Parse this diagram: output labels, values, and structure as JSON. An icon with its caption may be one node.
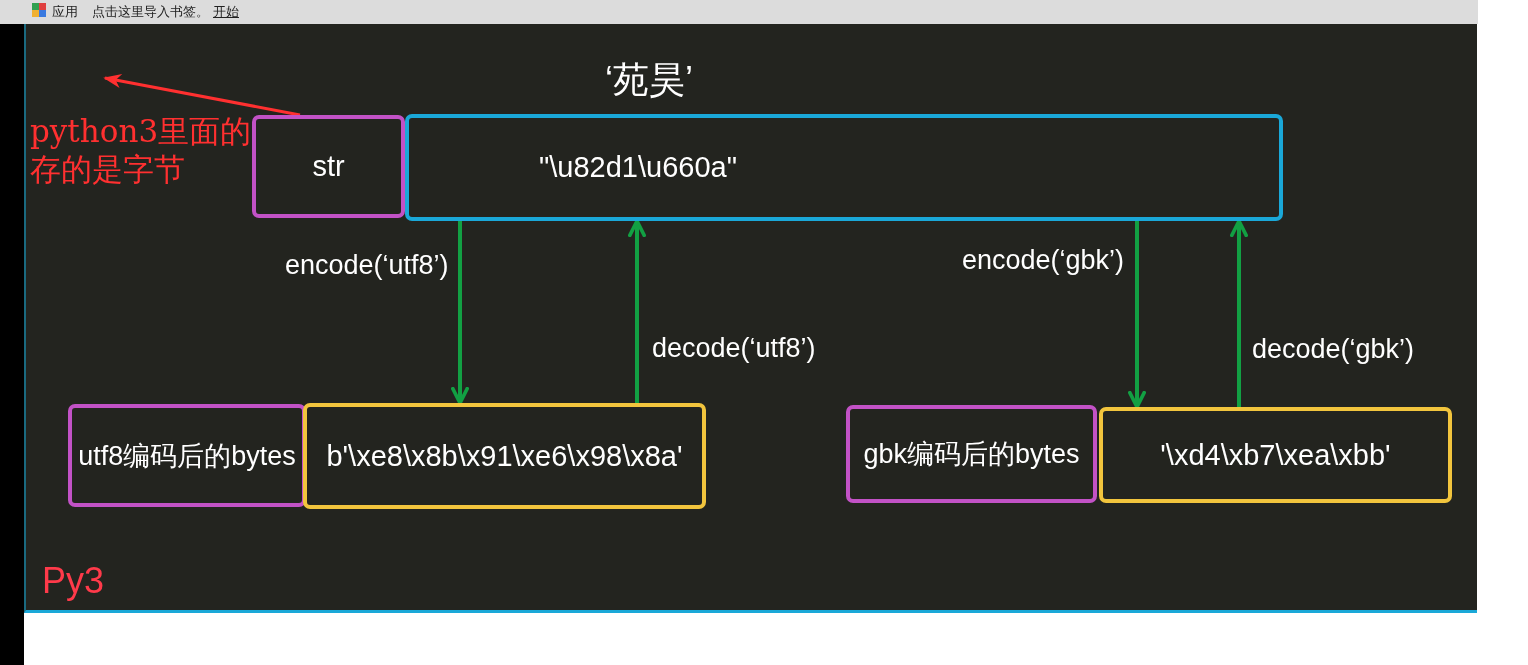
{
  "diagram": {
    "nodes": [
      {
        "text": [
          "str"
        ]
      },
      {
        "text": [
          "\"\\u82d1\\u660a\""
        ],
        "beside": [
          "‘苑昊’"
        ]
      },
      {
        "text": [
          "utf8编码后的bytes"
        ]
      },
      {
        "text": [
          "b'\\xe8\\x8b\\x91\\xe6\\x98\\x8a'"
        ]
      },
      {
        "text": [
          "gbk编码后的bytes"
        ]
      },
      {
        "text": [
          "'\\xd4\\xb7\\xea\\xbb'"
        ]
      }
    ],
    "edges": [
      {
        "from": 1,
        "to": 3,
        "arrow": "to",
        "label": "encode(‘utf8’)"
      },
      {
        "from": 3,
        "to": 1,
        "arrow": "to",
        "label": "decode(‘utf8’)"
      },
      {
        "from": 1,
        "to": 5,
        "arrow": "to",
        "label": "encode(‘gbk’)"
      },
      {
        "from": 5,
        "to": 1,
        "arrow": "to",
        "label": "decode(‘gbk’)"
      },
      {
        "from": 0,
        "to": null,
        "arrow": "to",
        "color": "#ff3030"
      }
    ],
    "labels": [
      "应用",
      "点击这里导入书签。",
      "开始",
      "python3里面的存的是字节",
      "Py3"
    ]
  }
}
